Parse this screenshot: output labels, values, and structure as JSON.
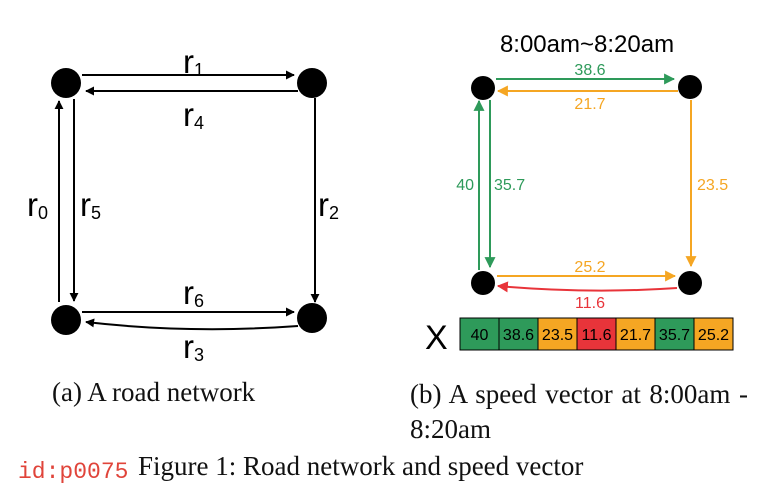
{
  "panel_a": {
    "caption": "(a)  A road network",
    "roads": {
      "r0": {
        "base": "r",
        "sub": "0"
      },
      "r1": {
        "base": "r",
        "sub": "1"
      },
      "r2": {
        "base": "r",
        "sub": "2"
      },
      "r3": {
        "base": "r",
        "sub": "3"
      },
      "r4": {
        "base": "r",
        "sub": "4"
      },
      "r5": {
        "base": "r",
        "sub": "5"
      },
      "r6": {
        "base": "r",
        "sub": "6"
      }
    }
  },
  "panel_b": {
    "title": "8:00am~8:20am",
    "caption": "(b)  A  speed  vector  at 8:00am - 8:20am",
    "edge_speeds": {
      "top_right": "38.6",
      "top_left": "21.7",
      "right_down": "23.5",
      "bottom_right": "25.2",
      "bottom_left": "11.6",
      "left_up": "40",
      "left_down": "35.7"
    },
    "vector_label": "X",
    "vector": [
      {
        "value": "40",
        "color": "#2e9a5a"
      },
      {
        "value": "38.6",
        "color": "#2e9a5a"
      },
      {
        "value": "23.5",
        "color": "#f5a623"
      },
      {
        "value": "11.6",
        "color": "#e8343a"
      },
      {
        "value": "21.7",
        "color": "#f5a623"
      },
      {
        "value": "35.7",
        "color": "#2e9a5a"
      },
      {
        "value": "25.2",
        "color": "#f5a623"
      }
    ]
  },
  "colors": {
    "green": "#2e9a5a",
    "orange": "#f5a623",
    "red": "#e8343a",
    "node": "#000000"
  },
  "figure_caption": "Figure 1: Road network and speed vector",
  "watermark": "id:p0075"
}
